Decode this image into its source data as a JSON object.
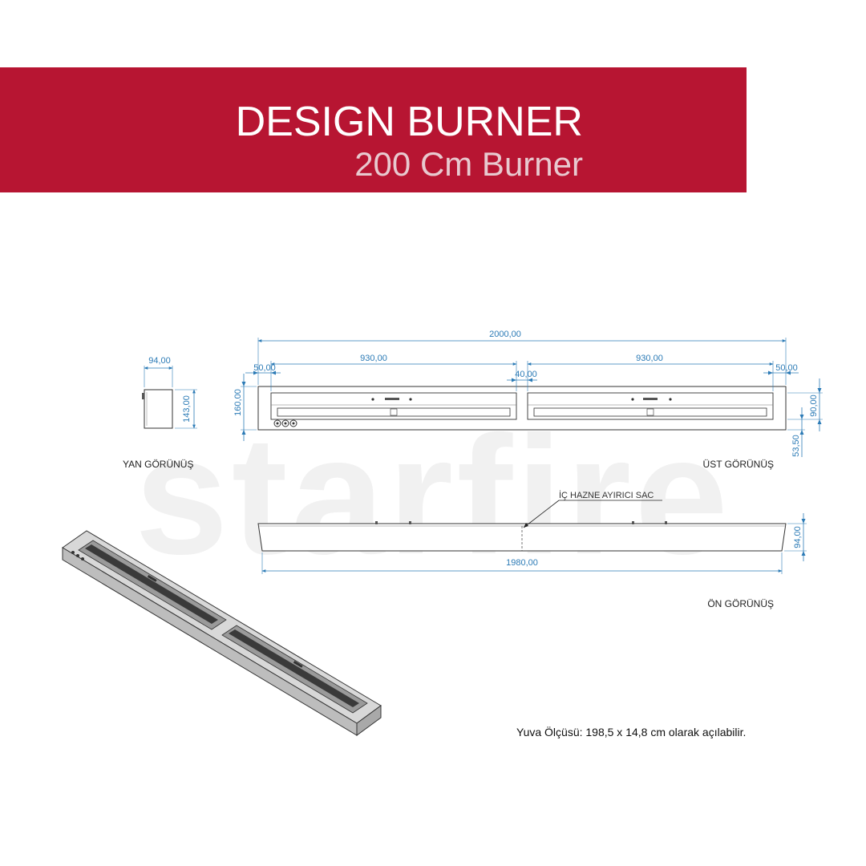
{
  "header": {
    "title": "DESIGN BURNER",
    "subtitle": "200 Cm Burner"
  },
  "watermark": {
    "text": "starfire"
  },
  "views": {
    "side": "YAN GÖRÜNÜŞ",
    "top": "ÜST GÖRÜNÜŞ",
    "front": "ÖN GÖRÜNÜŞ"
  },
  "dimensions": {
    "side_width": "94,00",
    "side_height": "143,00",
    "total_length": "2000,00",
    "left_segment": "930,00",
    "right_segment": "930,00",
    "left_margin": "50,00",
    "right_margin": "50,00",
    "middle_gap": "40,00",
    "top_height": "160,00",
    "right_height": "90,00",
    "right_offset": "53,50",
    "front_length": "1980,00",
    "front_height": "94,00"
  },
  "callout": {
    "divider": "İÇ HAZNE AYIRICI SAC"
  },
  "note": {
    "opening_size": "Yuva Ölçüsü: 198,5 x 14,8 cm olarak açılabilir."
  },
  "colors": {
    "banner": "#b71532",
    "dimension": "#2c7bb6"
  }
}
